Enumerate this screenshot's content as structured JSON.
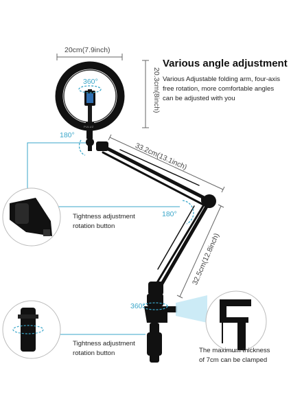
{
  "heading": "Various angle adjustment",
  "description": "Various Adjustable folding arm, four-axis free rotation, more comfortable angles can be adjusted with you",
  "dims": {
    "ring_width_cm": "20cm",
    "ring_width_in": "(7.9inch)",
    "ring_height_cm": "20.3cm",
    "ring_height_in": "(8inch)",
    "arm_upper_cm": "33.2cm",
    "arm_upper_in": "(13.1inch)",
    "arm_lower_cm": "32.5cm",
    "arm_lower_in": "(12.8inch)"
  },
  "rotations": {
    "phone_clip": "360°",
    "ball_head": "180°",
    "elbow": "180°",
    "base": "360°"
  },
  "captions": {
    "tightness_top_line1": "Tightness adjustment",
    "tightness_top_line2": "rotation button",
    "tightness_bottom_line1": "Tightness adjustment",
    "tightness_bottom_line2": "rotation button",
    "clamp_line1": "The maximum thickness",
    "clamp_line2": "of 7cm can be clamped"
  },
  "brand_label": "PULUZ",
  "colors": {
    "accent": "#3aa6c9",
    "product": "#111111",
    "text": "#222222"
  }
}
